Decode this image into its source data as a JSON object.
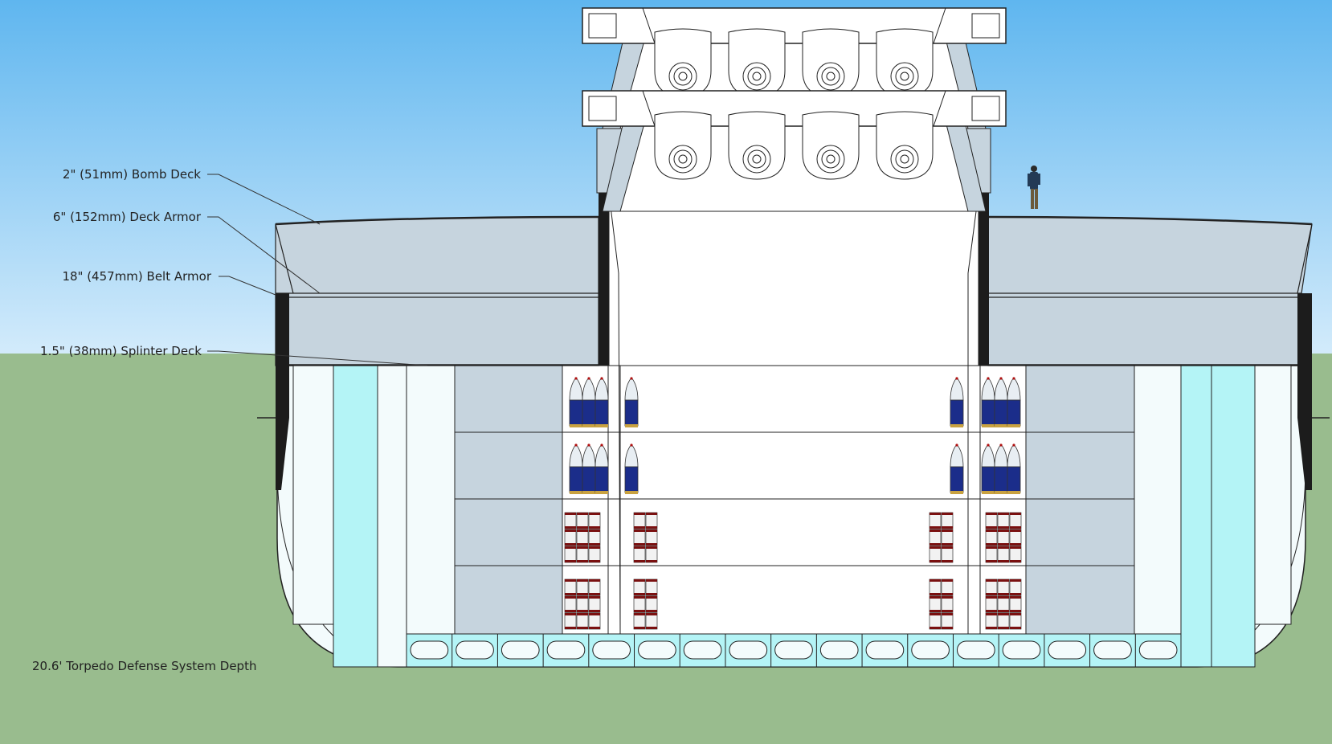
{
  "colors": {
    "sky_top": "#5fb6ef",
    "sky_bottom": "#d3ebfb",
    "ground": "#99bc8e",
    "armor_grey": "#c6d4de",
    "armor_black": "#1c1c1c",
    "tds_cyan": "#b4f4f6",
    "hull_white": "#f3fbfc",
    "shell_blue": "#1b2d8a",
    "powder_red": "#7a1010",
    "outline": "#222222"
  },
  "labels": {
    "bomb_deck": "2\" (51mm) Bomb Deck",
    "deck_armor": "6\" (152mm) Deck Armor",
    "belt_armor": "18\" (457mm) Belt Armor",
    "splinter_deck": "1.5\" (38mm) Splinter Deck",
    "tds_depth": "20.6' Torpedo Defense System Depth"
  },
  "turret_rows": [
    {
      "row": "upper",
      "guns": 4
    },
    {
      "row": "lower",
      "guns": 4
    }
  ],
  "icons": {
    "person": "human-scale-figure-icon",
    "shell": "projectile-icon",
    "powder": "powder-bag-icon"
  }
}
